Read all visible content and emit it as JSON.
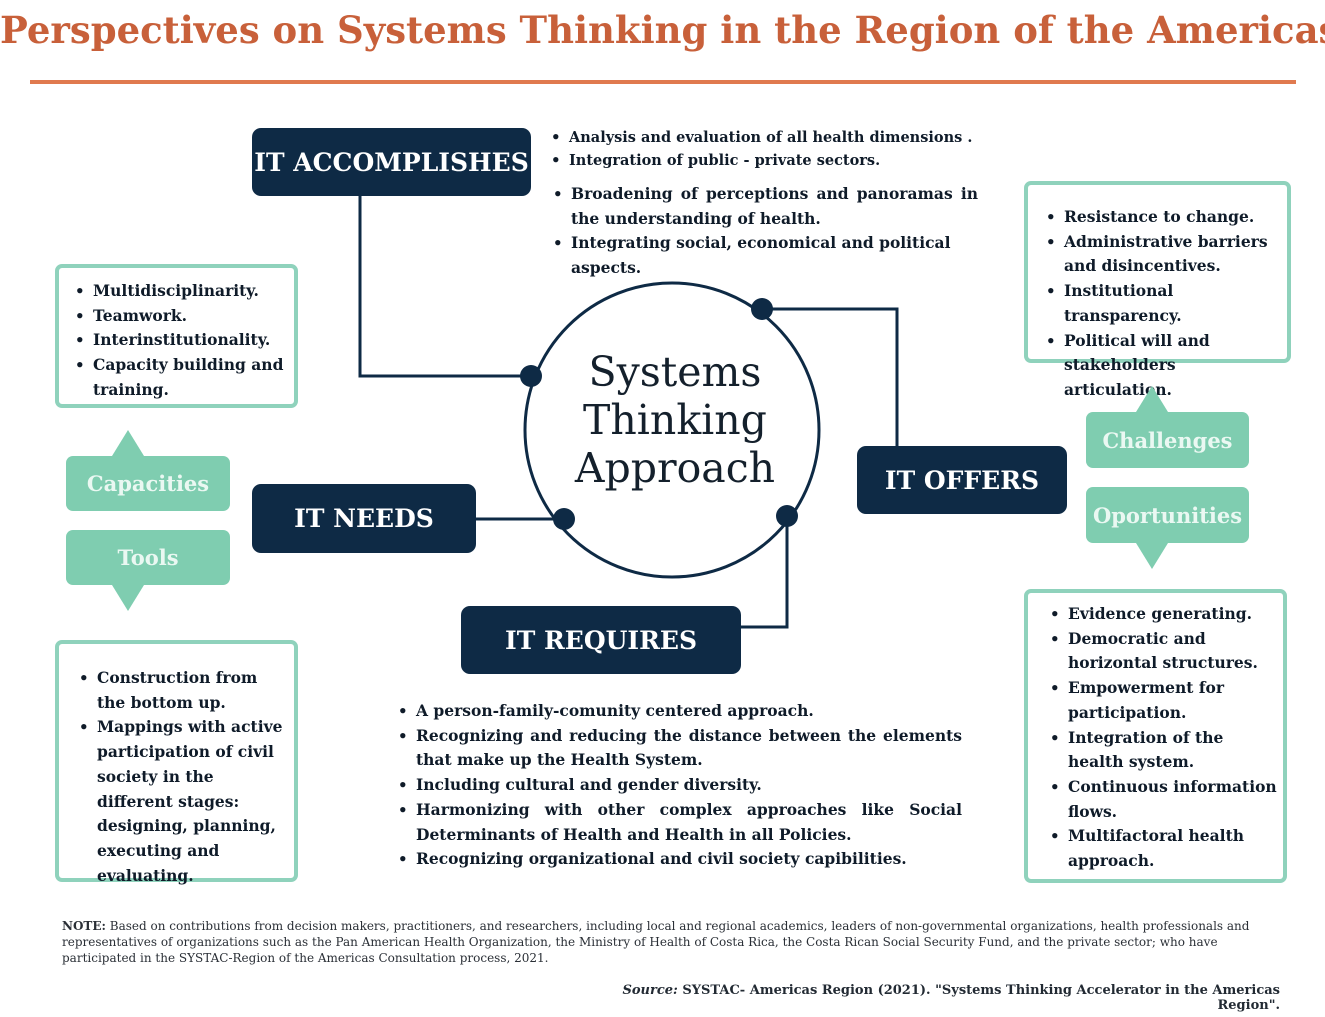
{
  "title": "Perspectives on Systems Thinking in the Region of the Americas",
  "center": {
    "line1": "Systems",
    "line2": "Thinking",
    "line3": "Approach"
  },
  "accomplishes": {
    "label": "IT ACCOMPLISHES",
    "items_a": [
      "Analysis and evaluation of all health dimensions .",
      "Integration of public - private sectors."
    ],
    "items_b": [
      "Broadening of perceptions and panoramas in the understanding of health.",
      "Integrating social, economical and political aspects."
    ]
  },
  "needs": {
    "label": "IT NEEDS",
    "capacities_label": "Capacities",
    "tools_label": "Tools",
    "capacities_items": [
      "Multidisciplinarity.",
      "Teamwork.",
      "Interinstitutionality.",
      "Capacity building and training."
    ],
    "tools_items": [
      "Construction from the bottom up.",
      "Mappings with active participation of civil society in the different stages: designing, planning, executing and evaluating."
    ]
  },
  "offers": {
    "label": "IT OFFERS",
    "challenges_label": "Challenges",
    "oportunities_label": "Oportunities",
    "challenges_items": [
      "Resistance to change.",
      "Administrative barriers and disincentives.",
      "Institutional transparency.",
      "Political will and stakeholders articulation."
    ],
    "oportunities_items": [
      "Evidence generating.",
      "Democratic and horizontal structures.",
      "Empowerment for participation.",
      "Integration of the health system.",
      "Continuous information flows.",
      "Multifactoral health approach."
    ]
  },
  "requires": {
    "label": "IT REQUIRES",
    "items": [
      "A person-family-comunity centered approach.",
      "Recognizing and reducing the distance between the elements that make up the Health System.",
      "Including cultural and gender diversity.",
      "Harmonizing with other complex approaches like Social Determinants of Health and Health in all Policies.",
      "Recognizing organizational and civil society capibilities."
    ]
  },
  "note": {
    "label": "NOTE:",
    "text": "Based on contributions from decision makers, practitioners, and researchers, including local and regional academics, leaders of non-governmental organizations, health professionals and representatives of organizations such as the Pan American Health Organization, the Ministry of Health of Costa Rica, the Costa Rican Social Security Fund, and the private sector; who have participated in the SYSTAC-Region of the Americas Consultation process, 2021."
  },
  "source": {
    "label": "Source:",
    "text": "SYSTAC- Americas Region (2021). \"Systems Thinking Accelerator in the Americas Region\"."
  },
  "colors": {
    "title": "#c8603a",
    "navy": "#0e2a45",
    "teal": "#7fcdb0",
    "teal_border": "#8fd2bc"
  }
}
